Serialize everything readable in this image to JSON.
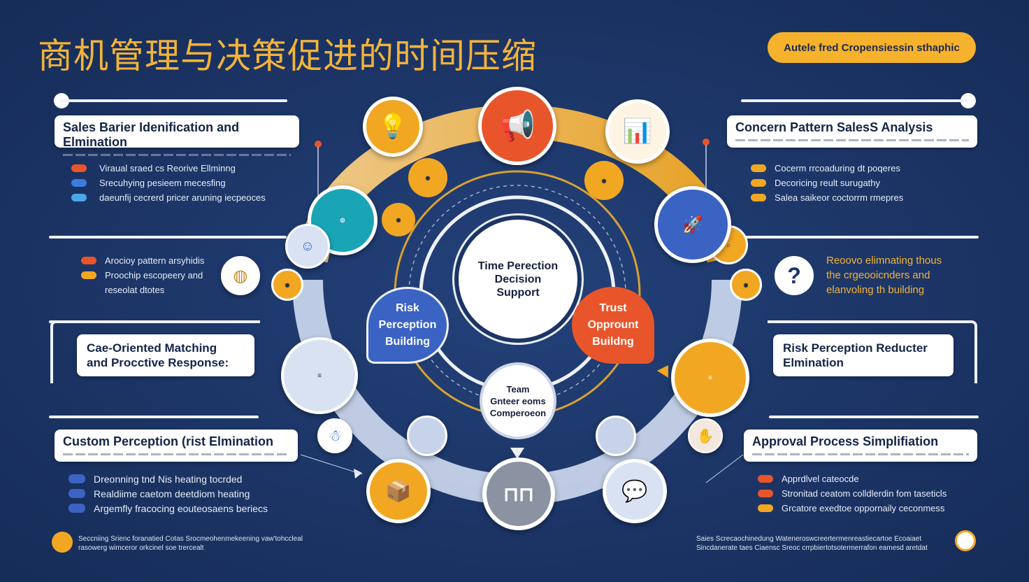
{
  "title": "商机管理与决策促进的时间压缩",
  "badge": "Autele fred Cropensiessin sthaphic",
  "left_cards": [
    {
      "title": "Sales Barier Idenification and Elmination"
    },
    {
      "title": "Cae-Oriented Matching\nand Procctive Response:"
    },
    {
      "title": "Custom Perception (rist Elmination"
    }
  ],
  "right_cards": [
    {
      "title": "Concern Pattern SalesS Analysis"
    },
    {
      "title": "Risk Perception Reducter\nElmination"
    },
    {
      "title": "Approval Process Simplifiation"
    }
  ],
  "left_lists": [
    [
      "Viraual sraed cs Reorive Ellminng",
      "Srecuhying pesieem mecesfing",
      "daeunfij cecrerd pricer aruning iecpeoces"
    ],
    [
      "Arocioy pattern arsyhidis",
      "Proochip escopeery and",
      "reseolat dtotes"
    ],
    [
      "Dreonning tnd Nis heating tocrded",
      "Realdiime caetom deetdiom heating",
      "Argemfly fracocing eouteosaens beriecs"
    ]
  ],
  "right_lists": [
    [
      "Cocerm rrcoaduring dt poqeres",
      "Decoricing reult surugathy",
      "Salea saikeor coctorrm rmepres"
    ],
    [
      "Apprdlvel cateocde",
      "Stronitad ceatom colldlerdin fom taseticls",
      "Grcatore exedtoe oppornaily ceconmess"
    ]
  ],
  "right_middle_text": "Reoovo elimnating thous\nthe crgeooicnders and\nelanvoling th building",
  "right_middle_icon": "question-icon",
  "center": "Time Perection\nDecision\nSupport",
  "risk_blob": "Risk\nPerception\nBuilding",
  "trust_blob": "Trust\nOpprount\nBuildng",
  "team": "Team\nGnteer eoms\nComperoeon",
  "footer_left": "Seccniing Srienc foranatied Cotas Srocmeohenmekeening vaw'tohccleal\nrasowerg wimceror orkcinel soe trercealt",
  "footer_right": "Saies Screcaochinedung Wateneroswcreertermenreastiecartoe Ecoaiaet\nSincdanerate taes Ciaensc Sreoc crrpbiertotsotermerrafon eamesd aretdat",
  "colors": {
    "accent": "#f2b33a",
    "navy": "#1c3566",
    "blue": "#3b63c4",
    "orange": "#e8552b",
    "teal": "#16a3b5"
  }
}
